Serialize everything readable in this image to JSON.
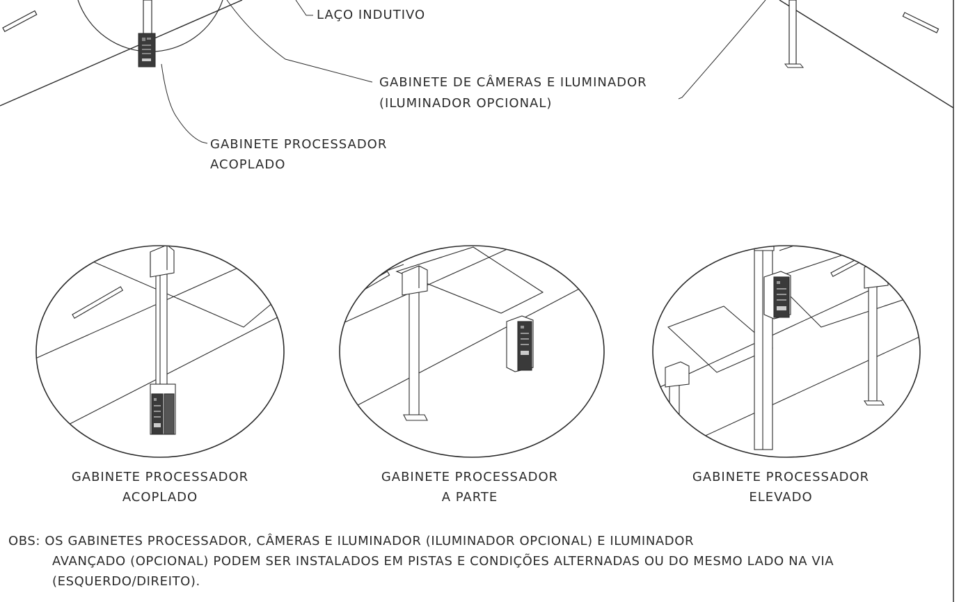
{
  "labels": {
    "laco_indutivo": "LAÇO INDUTIVO",
    "gabinete_cameras_line1": "GABINETE DE CÂMERAS E ILUMINADOR",
    "gabinete_cameras_line2": "(ILUMINADOR OPCIONAL)",
    "top_processador_line1": "GABINETE PROCESSADOR",
    "top_processador_line2": "ACOPLADO"
  },
  "details": [
    {
      "line1": "GABINETE PROCESSADOR",
      "line2": "ACOPLADO"
    },
    {
      "line1": "GABINETE PROCESSADOR",
      "line2": "A PARTE"
    },
    {
      "line1": "GABINETE PROCESSADOR",
      "line2": "ELEVADO"
    }
  ],
  "note": {
    "prefix": "OBS: OS GABINETES  PROCESSADOR, CÂMERAS  E ILUMINADOR (ILUMINADOR OPCIONAL) E ILUMINADOR",
    "continuation": "AVANÇADO (OPCIONAL) PODEM SER INSTALADOS EM PISTAS E CONDIÇÕES ALTERNADAS OU DO MESMO LADO NA VIA (ESQUERDO/DIREITO)."
  },
  "colors": {
    "ink": "#2a2a2a",
    "cabinet_dark": "#3a3a3a",
    "background": "#ffffff"
  }
}
